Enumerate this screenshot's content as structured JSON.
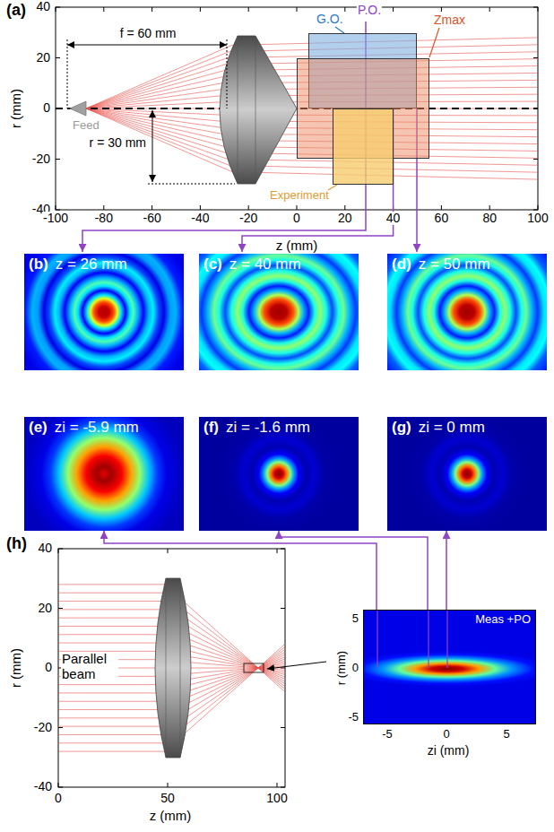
{
  "diagram": {
    "nodes": [
      {
        "text": [
          "G.O."
        ]
      },
      {
        "text": [
          "Zmax"
        ]
      },
      {
        "text": [
          "Experiment"
        ]
      },
      {
        "text": [
          "(b)",
          "z = 26 mm"
        ]
      },
      {
        "text": [
          "(c)",
          "z = 40 mm"
        ]
      },
      {
        "text": [
          "(d)",
          "z = 50 mm"
        ]
      },
      {
        "text": [
          "(e)",
          "zi = -5.9 mm"
        ]
      },
      {
        "text": [
          "(f)",
          "zi = -1.6 mm"
        ]
      },
      {
        "text": [
          "(g)",
          "zi = 0 mm"
        ]
      },
      {
        "text": [
          "Meas +PO"
        ]
      }
    ],
    "edges": [
      {
        "from": 9,
        "to": 6,
        "arrow": "to"
      },
      {
        "from": 9,
        "to": 7,
        "arrow": "to"
      },
      {
        "from": 9,
        "to": 8,
        "arrow": "to"
      }
    ],
    "labels": [
      "(a)",
      "P.O.",
      "f = 60 mm",
      "r = 30 mm",
      "Feed",
      "40",
      "20",
      "0",
      "-20",
      "-40",
      "-100",
      "-80",
      "-60",
      "-40",
      "-20",
      "0",
      "20",
      "40",
      "60",
      "80",
      "100",
      "z (mm)",
      "r (mm)",
      "(h)",
      "Parallel beam",
      "40",
      "20",
      "0",
      "-20",
      "-40",
      "0",
      "50",
      "100",
      "z (mm)",
      "r (mm)",
      "5",
      "0",
      "-5",
      "-5",
      "0",
      "5",
      "r (mm)",
      "zi (mm)"
    ]
  }
}
